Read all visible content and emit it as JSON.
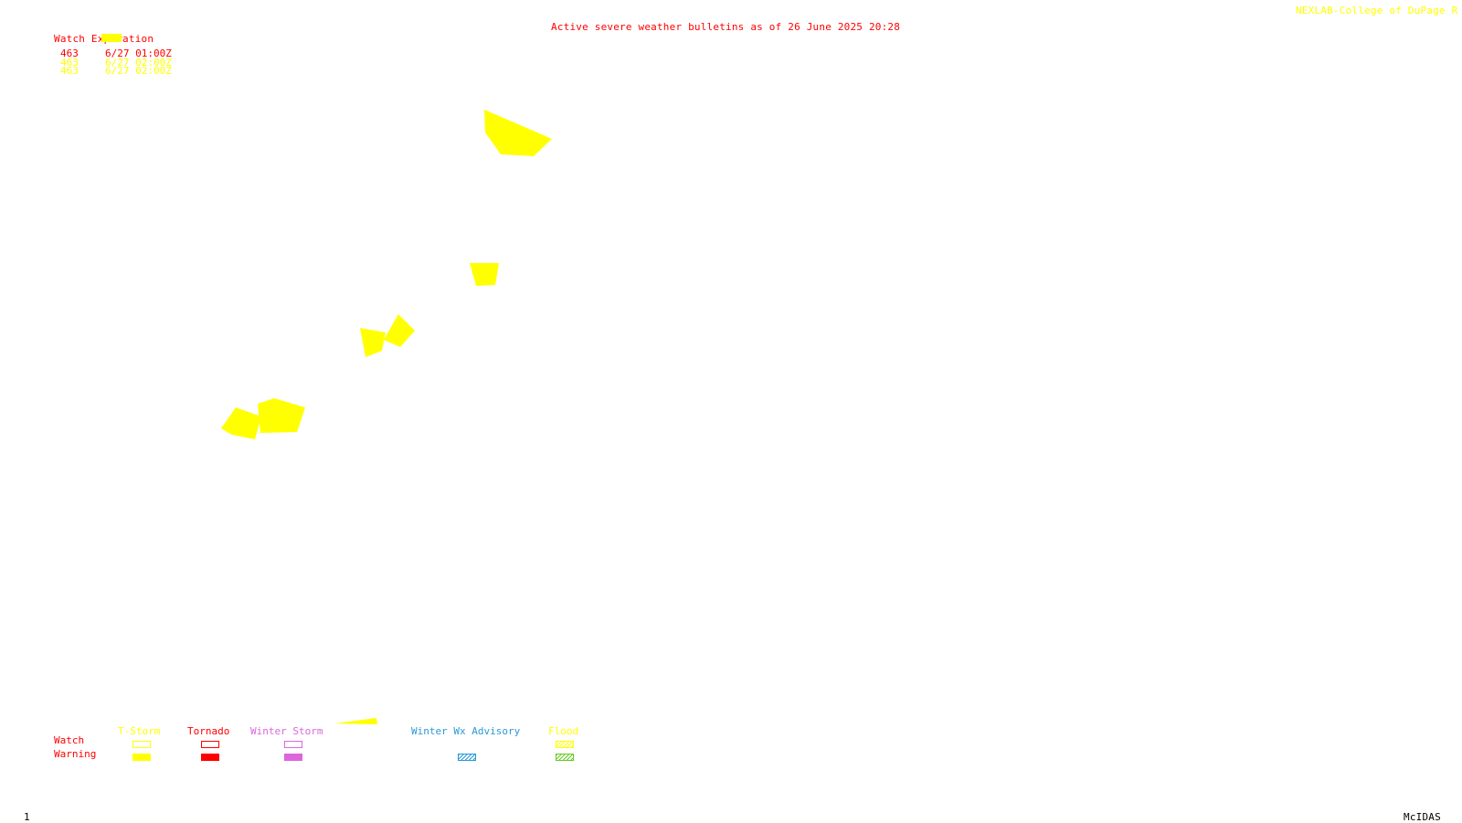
{
  "title": "Active severe weather bulletins as of 26 June 2025 20:28",
  "credit": "NEXLAB-College of DuPage R",
  "watch_table": {
    "header": "Watch Expiration",
    "rows": [
      {
        "id": "463",
        "expires": "6/27 01:00Z",
        "color": "#ff0000"
      },
      {
        "id": "463",
        "expires": "6/27 02:00Z",
        "color": "#ffff00"
      },
      {
        "id": "463",
        "expires": "6/27 02:00Z",
        "color": "#ffff00"
      }
    ]
  },
  "legend": {
    "row_labels": {
      "watch": "Watch",
      "warning": "Warning"
    },
    "row_label_color": "#ff0000",
    "categories": [
      {
        "label": "T-Storm",
        "color": "#ffff00",
        "watch_style": "outline",
        "warning_style": "solid"
      },
      {
        "label": "Tornado",
        "color": "#ff0000",
        "watch_style": "outline",
        "warning_style": "solid"
      },
      {
        "label": "Winter Storm",
        "color": "#dd66dd",
        "watch_style": "outline",
        "warning_style": "solid"
      },
      {
        "label": "Winter Wx Advisory",
        "color": "#2a9ad8",
        "watch_style": "none",
        "warning_style": "hatched"
      },
      {
        "label": "Flood",
        "color": "#ffff00",
        "watch_style": "hatched",
        "warning_style": "hatched-green"
      }
    ]
  },
  "warning_polygon_color": "#ffff00",
  "footer": {
    "frame": "1",
    "software": "McIDAS"
  }
}
